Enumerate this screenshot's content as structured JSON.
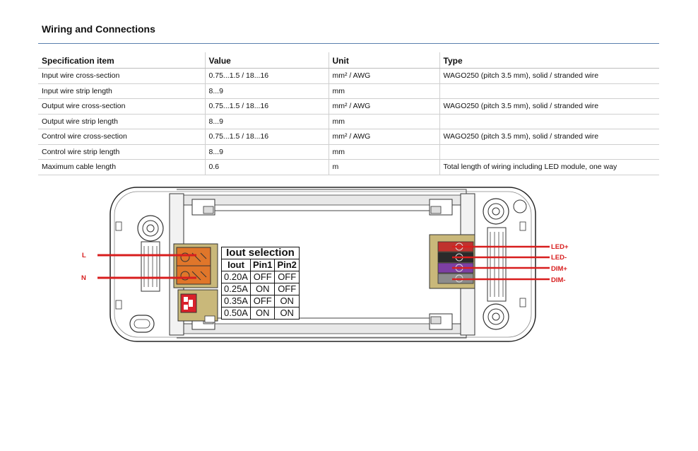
{
  "section": {
    "title": "Wiring and Connections"
  },
  "spec_table": {
    "headers": [
      "Specification item",
      "Value",
      "Unit",
      "Type"
    ],
    "rows": [
      [
        "Input wire cross-section",
        "0.75...1.5 / 18...16",
        "mm² / AWG",
        "WAGO250 (pitch 3.5 mm), solid / stranded wire"
      ],
      [
        "Input wire strip length",
        "8...9",
        "mm",
        ""
      ],
      [
        "Output wire cross-section",
        "0.75...1.5 / 18...16",
        "mm² / AWG",
        "WAGO250 (pitch 3.5 mm), solid / stranded wire"
      ],
      [
        "Output wire strip length",
        "8...9",
        "mm",
        ""
      ],
      [
        "Control wire cross-section",
        "0.75...1.5 / 18...16",
        "mm² / AWG",
        "WAGO250 (pitch 3.5 mm), solid / stranded wire"
      ],
      [
        "Control wire strip length",
        "8...9",
        "mm",
        ""
      ],
      [
        "Maximum cable length",
        "0.6",
        "m",
        "Total length of wiring including LED module, one way"
      ]
    ]
  },
  "diagram": {
    "input_labels": {
      "live": "L",
      "neutral": "N"
    },
    "output_labels": {
      "led_plus": "LED+",
      "led_minus": "LED-",
      "dim_plus": "DIM+",
      "dim_minus": "DIM-"
    },
    "colors": {
      "wire": "#d81e1e",
      "terminal_orange": "#e0762a",
      "terminal_frame": "#c9b87a",
      "dip_switch": "#d9202a",
      "out_red": "#c0322e",
      "out_black": "#2a2a2a",
      "out_purple": "#7d3fa3",
      "out_gray": "#8c8c8c"
    },
    "iout_table": {
      "caption": "Iout selection",
      "headers": [
        "Iout",
        "Pin1",
        "Pin2"
      ],
      "rows": [
        [
          "0.20A",
          "OFF",
          "OFF"
        ],
        [
          "0.25A",
          "ON",
          "OFF"
        ],
        [
          "0.35A",
          "OFF",
          "ON"
        ],
        [
          "0.50A",
          "ON",
          "ON"
        ]
      ]
    }
  }
}
